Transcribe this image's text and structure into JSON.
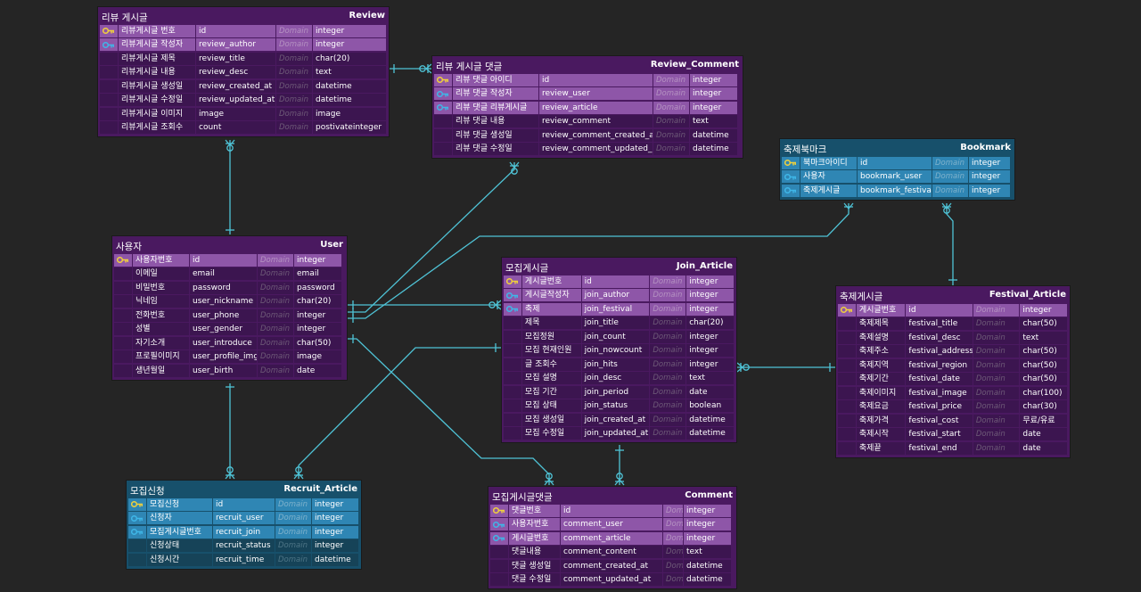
{
  "domain_placeholder": "Domain",
  "tables": [
    {
      "id": "review",
      "korean": "리뷰 게시글",
      "entity": "Review",
      "theme": "purple",
      "columns": [
        {
          "label": "리뷰게시글 번호",
          "field": "id",
          "type": "integer",
          "key": "pk"
        },
        {
          "label": "리뷰게시글 작성자",
          "field": "review_author",
          "type": "integer",
          "key": "fk"
        },
        {
          "label": "리뷰게시글 제목",
          "field": "review_title",
          "type": "char(20)",
          "key": ""
        },
        {
          "label": "리뷰게시글 내용",
          "field": "review_desc",
          "type": "text",
          "key": ""
        },
        {
          "label": "리뷰게시글 생성일",
          "field": "review_created_at",
          "type": "datetime",
          "key": ""
        },
        {
          "label": "리뷰게시글 수정일",
          "field": "review_updated_at",
          "type": "datetime",
          "key": ""
        },
        {
          "label": "리뷰게시글 이미지",
          "field": "image",
          "type": "image",
          "key": ""
        },
        {
          "label": "리뷰게시글 조회수",
          "field": "count",
          "type": "postivateinteger",
          "key": ""
        }
      ]
    },
    {
      "id": "review_comment",
      "korean": "리뷰 게시글 댓글",
      "entity": "Review_Comment",
      "theme": "purple",
      "columns": [
        {
          "label": "리뷰 댓글 아이디",
          "field": "id",
          "type": "integer",
          "key": "pk"
        },
        {
          "label": "리뷰 댓글 작성자",
          "field": "review_user",
          "type": "integer",
          "key": "fk"
        },
        {
          "label": "리뷰 댓글 리뷰게시글",
          "field": "review_article",
          "type": "integer",
          "key": "fk"
        },
        {
          "label": "리뷰 댓글 내용",
          "field": "review_comment",
          "type": "text",
          "key": ""
        },
        {
          "label": "리뷰 댓글 생성일",
          "field": "review_comment_created_at",
          "type": "datetime",
          "key": ""
        },
        {
          "label": "리뷰 댓글 수정일",
          "field": "review_comment_updated_at",
          "type": "datetime",
          "key": ""
        }
      ]
    },
    {
      "id": "bookmark",
      "korean": "축제북마크",
      "entity": "Bookmark",
      "theme": "blue",
      "columns": [
        {
          "label": "북마크아이디",
          "field": "id",
          "type": "integer",
          "key": "pk"
        },
        {
          "label": "사용자",
          "field": "bookmark_user",
          "type": "integer",
          "key": "fk"
        },
        {
          "label": "축제게시글",
          "field": "bookmark_festival",
          "type": "integer",
          "key": "fk"
        }
      ]
    },
    {
      "id": "user",
      "korean": "사용자",
      "entity": "User",
      "theme": "purple",
      "columns": [
        {
          "label": "사용자번호",
          "field": "id",
          "type": "integer",
          "key": "pk"
        },
        {
          "label": "이메일",
          "field": "email",
          "type": "email",
          "key": ""
        },
        {
          "label": "비밀번호",
          "field": "password",
          "type": "password",
          "key": ""
        },
        {
          "label": "닉네임",
          "field": "user_nickname",
          "type": "char(20)",
          "key": ""
        },
        {
          "label": "전화번호",
          "field": "user_phone",
          "type": "integer",
          "key": ""
        },
        {
          "label": "성별",
          "field": "user_gender",
          "type": "integer",
          "key": ""
        },
        {
          "label": "자기소개",
          "field": "user_introduce",
          "type": "char(50)",
          "key": ""
        },
        {
          "label": "프로필이미지",
          "field": "user_profile_img",
          "type": "image",
          "key": ""
        },
        {
          "label": "생년월일",
          "field": "user_birth",
          "type": "date",
          "key": ""
        }
      ]
    },
    {
      "id": "join_article",
      "korean": "모집게시글",
      "entity": "Join_Article",
      "theme": "purple",
      "columns": [
        {
          "label": "게시글번호",
          "field": "id",
          "type": "integer",
          "key": "pk"
        },
        {
          "label": "게시글작성자",
          "field": "join_author",
          "type": "integer",
          "key": "fk"
        },
        {
          "label": "축제",
          "field": "join_festival",
          "type": "integer",
          "key": "fk"
        },
        {
          "label": "제목",
          "field": "join_title",
          "type": "char(20)",
          "key": ""
        },
        {
          "label": "모집정원",
          "field": "join_count",
          "type": "integer",
          "key": ""
        },
        {
          "label": "모집 현재인원",
          "field": "join_nowcount",
          "type": "integer",
          "key": ""
        },
        {
          "label": "글 조회수",
          "field": "join_hits",
          "type": "integer",
          "key": ""
        },
        {
          "label": "모집 설명",
          "field": "join_desc",
          "type": "text",
          "key": ""
        },
        {
          "label": "모집 기간",
          "field": "join_period",
          "type": "date",
          "key": ""
        },
        {
          "label": "모집 상태",
          "field": "join_status",
          "type": "boolean",
          "key": ""
        },
        {
          "label": "모집 생성일",
          "field": "join_created_at",
          "type": "datetime",
          "key": ""
        },
        {
          "label": "모집 수정일",
          "field": "join_updated_at",
          "type": "datetime",
          "key": ""
        }
      ]
    },
    {
      "id": "festival_article",
      "korean": "축제게시글",
      "entity": "Festival_Article",
      "theme": "purple",
      "columns": [
        {
          "label": "게시글번호",
          "field": "id",
          "type": "integer",
          "key": "pk"
        },
        {
          "label": "축제제목",
          "field": "festival_title",
          "type": "char(50)",
          "key": ""
        },
        {
          "label": "축제설명",
          "field": "festival_desc",
          "type": "text",
          "key": ""
        },
        {
          "label": "축제주소",
          "field": "festival_address",
          "type": "char(50)",
          "key": ""
        },
        {
          "label": "축제지역",
          "field": "festival_region",
          "type": "char(50)",
          "key": ""
        },
        {
          "label": "축제기간",
          "field": "festival_date",
          "type": "char(50)",
          "key": ""
        },
        {
          "label": "축제이미지",
          "field": "festival_image",
          "type": "char(100)",
          "key": ""
        },
        {
          "label": "축제요금",
          "field": "festival_price",
          "type": "char(30)",
          "key": ""
        },
        {
          "label": "축제가격",
          "field": "festival_cost",
          "type": "무료/유료",
          "key": ""
        },
        {
          "label": "축제시작",
          "field": "festival_start",
          "type": "date",
          "key": ""
        },
        {
          "label": "축제끝",
          "field": "festival_end",
          "type": "date",
          "key": ""
        }
      ]
    },
    {
      "id": "recruit_article",
      "korean": "모집신청",
      "entity": "Recruit_Article",
      "theme": "blue",
      "columns": [
        {
          "label": "모집신청",
          "field": "id",
          "type": "integer",
          "key": "pk"
        },
        {
          "label": "신청자",
          "field": "recruit_user",
          "type": "integer",
          "key": "fk"
        },
        {
          "label": "모집게시글번호",
          "field": "recruit_join",
          "type": "integer",
          "key": "fk"
        },
        {
          "label": "신청상태",
          "field": "recruit_status",
          "type": "integer",
          "key": ""
        },
        {
          "label": "신청시간",
          "field": "recruit_time",
          "type": "datetime",
          "key": ""
        }
      ]
    },
    {
      "id": "comment",
      "korean": "모집게시글댓글",
      "entity": "Comment",
      "theme": "purple",
      "columns": [
        {
          "label": "댓글번호",
          "field": "id",
          "type": "integer",
          "key": "pk"
        },
        {
          "label": "사용자번호",
          "field": "comment_user",
          "type": "integer",
          "key": "fk"
        },
        {
          "label": "게시글번호",
          "field": "comment_article",
          "type": "integer",
          "key": "fk"
        },
        {
          "label": "댓글내용",
          "field": "comment_content",
          "type": "text",
          "key": ""
        },
        {
          "label": "댓글 생성일",
          "field": "comment_created_at",
          "type": "datetime",
          "key": ""
        },
        {
          "label": "댓글 수정일",
          "field": "comment_updated_at",
          "type": "datetime",
          "key": ""
        }
      ]
    }
  ],
  "colors": {
    "background": "#252525",
    "connector": "#4fc3d6",
    "pk_icon": "#f2d23b",
    "fk_icon": "#3fb7e8",
    "purple_header": "#4a1960",
    "blue_header": "#17506b"
  },
  "icons": {
    "pk": "primary-key-icon",
    "fk": "foreign-key-icon"
  }
}
